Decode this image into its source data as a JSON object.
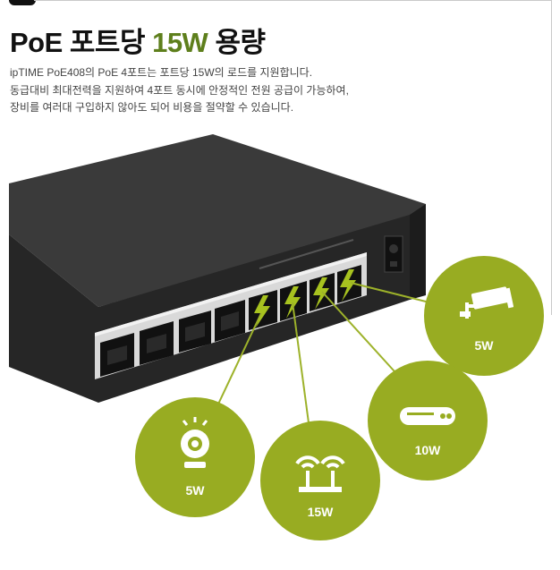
{
  "heading": {
    "prefix": "PoE 포트당 ",
    "accent": "15W",
    "suffix": " 용량"
  },
  "description": [
    "ipTIME PoE408의 PoE 4포트는 포트당 15W의 로드를 지원합니다.",
    "동급대비 최대전력을 지원하여 4포트 동시에 안정적인 전원 공급이 가능하여,",
    "장비를 여러대 구입하지 않아도 되어 비용을 절약할 수 있습니다."
  ],
  "devices": [
    {
      "icon": "cctv-camera-icon",
      "watt": "5W"
    },
    {
      "icon": "nas-storage-icon",
      "watt": "10W"
    },
    {
      "icon": "wifi-router-icon",
      "watt": "15W"
    },
    {
      "icon": "webcam-icon",
      "watt": "5W"
    }
  ],
  "colors": {
    "accent_green": "#5e7f1c",
    "badge_green": "#98ac22",
    "bolt_green": "#a7c21f",
    "switch_body": "#2b2b2b"
  }
}
